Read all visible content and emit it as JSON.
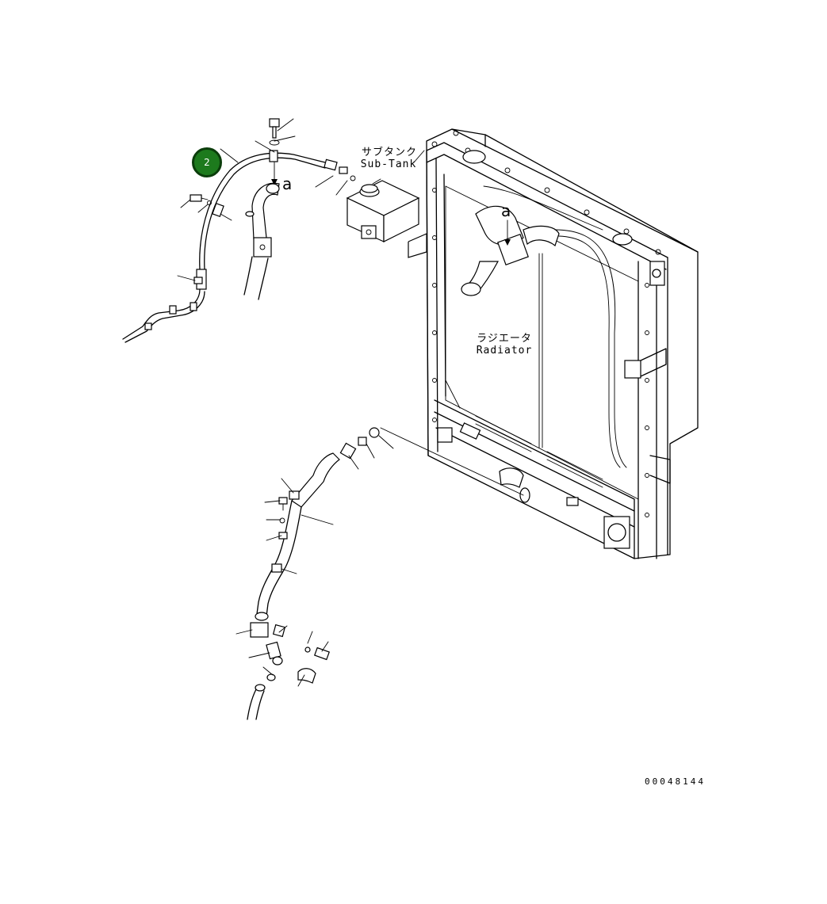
{
  "labels": {
    "sub_tank_jp": "サブタンク",
    "sub_tank_en": "Sub-Tank",
    "radiator_jp": "ラジエータ",
    "radiator_en": "Radiator"
  },
  "markers": {
    "marker_a_left": "a",
    "marker_a_right": "a"
  },
  "callout": {
    "number": "2",
    "fill_color": "#1d7a1d"
  },
  "drawing_number": "00048144"
}
